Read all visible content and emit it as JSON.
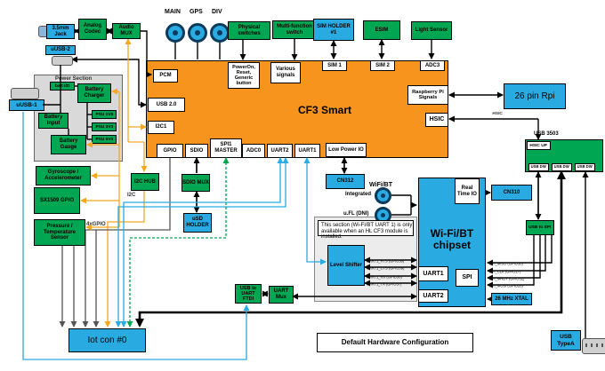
{
  "palette": {
    "green": "#00a651",
    "blue": "#29abe2",
    "orange": "#f7941d",
    "wire_yellow": "#f5a623",
    "wire_cyan": "#29abe2"
  },
  "top": {
    "rf": [
      "MAIN",
      "GPS",
      "DIV"
    ],
    "jack": "3.5mm Jack",
    "codec": "Analog Codec",
    "mux": "Audio MUX",
    "physical": "Physical switches",
    "multi": "Multi-function switch",
    "sim_holder": "SIM HOLDER #1",
    "esim": "ESIM",
    "light": "Light Sensor"
  },
  "left": {
    "uusb2": "uUSB-2",
    "uusb1": "uUSB-1",
    "power_section": "Power Section",
    "batt_id": "batt I/D",
    "charger": "Battery Charger",
    "input": "Battery Input",
    "gauge": "Battery Gauge",
    "psu": [
      "PSU 1V8",
      "PSU 3V3",
      "PSU 5V0"
    ],
    "gyro": "Gyroscope / Accelerometer",
    "sx1509": "SX1509 GPIO",
    "pressure": "Pressure / Temperature Sensor",
    "i2c_hub": "I2C HUB",
    "i2c": "I2C",
    "gpio4": "4xGPIO"
  },
  "cf3": {
    "title": "CF3 Smart",
    "pcm": "PCM",
    "usb20": "USB 2.0",
    "i2c1": "I2C1",
    "gpio": "GPIO",
    "sdio": "SDIO",
    "spi1": "SPI1 MASTER",
    "adc0": "ADC0",
    "uart2": "UART2",
    "uart1": "UART1",
    "low_power": "Low Power IO",
    "sim1": "SIM 1",
    "sim2": "SIM 2",
    "adc3": "ADC3",
    "rpi_signals": "Raspberry Pi Signals",
    "hsic": "HSIC",
    "power_btn": "PowerOn, Reset, Generic button",
    "various": "Various signals"
  },
  "right": {
    "rpi26": "26 pin Rpi",
    "hsic_wire": "HSIC",
    "usb3503": "USB 3503",
    "hsic_up": "HSIC UP",
    "usb_dw": [
      "USB DW",
      "USB DW",
      "USB DW"
    ],
    "usb_spi": "USB to SPI",
    "cn310": "CN310",
    "rtio": "Real Time IO",
    "usb_typea": "USB TypeA"
  },
  "wifi": {
    "heading": "WiFi/BT",
    "integrated": "Integrated",
    "ufl": "u.FL (DNI)",
    "chipset_line1": "Wi-Fi/BT",
    "chipset_line2": "chipset",
    "uart1": "UART1",
    "uart2": "UART2",
    "spi": "SPI",
    "note": "This section (Wi-Fi/BT UART 1) is only available when an HL CF3 module is installed.",
    "level_shifter": "Level Shifter",
    "uart_signals": [
      "UART1_RTS (GPIO38)",
      "UART1_CTS (GPIO39)",
      "UART1_RX (GPIO36)",
      "UART1_TX (GPIO37)"
    ],
    "spi_signals": [
      "SPI_MISO (GPIO30)",
      "SPI_CLK (GPIO27)",
      "SPI_MRDY (GPIO32)",
      "SPI_MOSI (GPIO28)"
    ],
    "xtal": "26 MHz XTAL"
  },
  "mid": {
    "sdio_mux": "SDIO MUX",
    "usd": "uSD HOLDER"
  },
  "bottom": {
    "cn312": "CN312",
    "iot": "Iot con #0",
    "ftdi": "USB to UART FTDI",
    "uart_mux": "UART Mux",
    "caption": "Default Hardware Configuration"
  }
}
